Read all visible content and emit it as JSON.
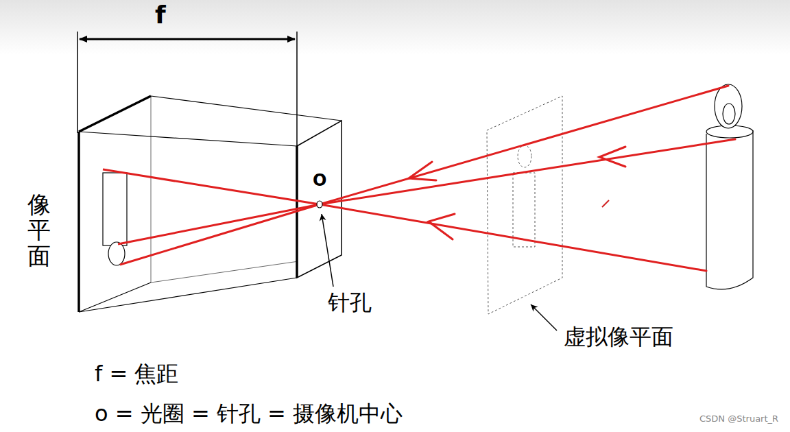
{
  "diagram": {
    "labels": [
      "f",
      "像平面",
      "O",
      "针孔",
      "虚拟像平面",
      "f = 焦距",
      "o = 光圈 = 针孔 = 摄像机中心",
      "CSDN @Struart_R"
    ]
  }
}
